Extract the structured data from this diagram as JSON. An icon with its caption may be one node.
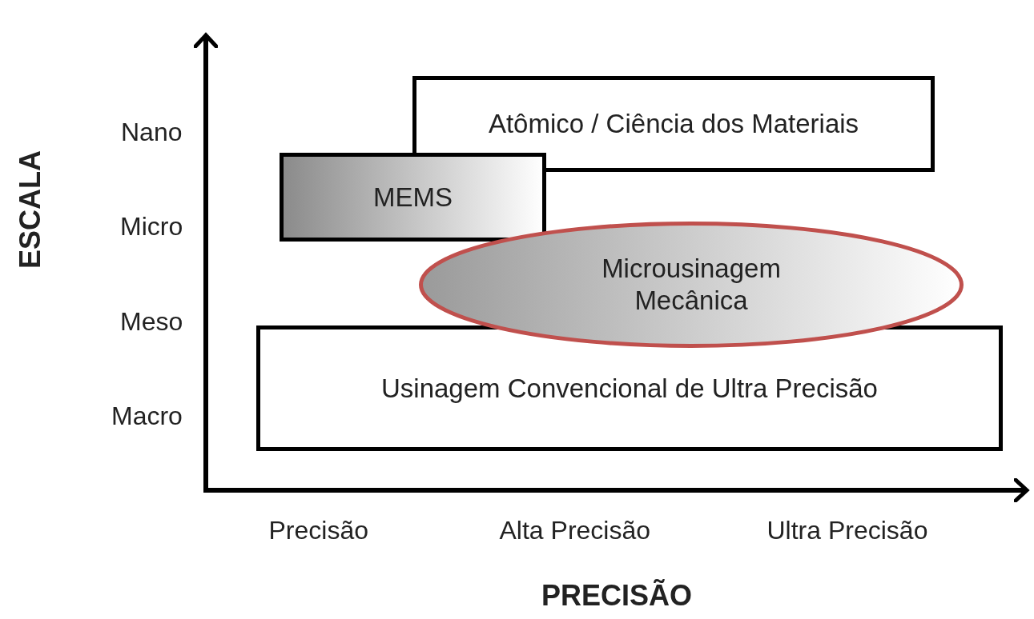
{
  "diagram": {
    "nodes": [
      {
        "text": [
          "Atômico / Ciência dos Materiais"
        ]
      },
      {
        "text": [
          "MEMS"
        ]
      },
      {
        "text": [
          "Microusinagem Mecânica"
        ]
      },
      {
        "text": [
          "Usinagem Convencional de Ultra Precisão"
        ]
      }
    ],
    "labels": [
      "ESCALA",
      "Nano",
      "Micro",
      "Meso",
      "Macro",
      "Precisão",
      "Alta Precisão",
      "Ultra Precisão",
      "PRECISÃO"
    ]
  }
}
